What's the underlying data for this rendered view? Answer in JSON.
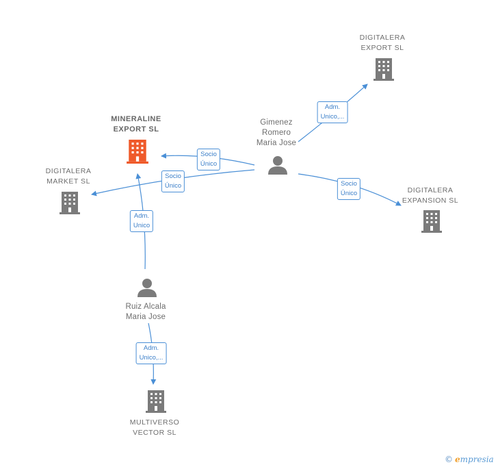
{
  "colors": {
    "edge": "#4a8fd6",
    "building": "#7b7b7b",
    "building_highlight": "#ef5a2a",
    "person": "#7b7b7b"
  },
  "nodes": {
    "digitalera_export": {
      "line1": "DIGITALERA",
      "line2": "EXPORT  SL",
      "icon": "building-icon"
    },
    "mineraline_export": {
      "line1": "MINERALINE",
      "line2": "EXPORT  SL",
      "icon": "building-icon"
    },
    "digitalera_market": {
      "line1": "DIGITALERA",
      "line2": "MARKET  SL",
      "icon": "building-icon"
    },
    "digitalera_expansion": {
      "line1": "DIGITALERA",
      "line2": "EXPANSION  SL",
      "icon": "building-icon"
    },
    "multiverso_vector": {
      "line1": "MULTIVERSO",
      "line2": "VECTOR  SL",
      "icon": "building-icon"
    },
    "gimenez": {
      "line1": "Gimenez",
      "line2": "Romero",
      "line3": "Maria Jose",
      "icon": "person-icon"
    },
    "ruiz": {
      "line1": "Ruiz Alcala",
      "line2": "Maria Jose",
      "icon": "person-icon"
    }
  },
  "edges": {
    "gimenez_export": {
      "line1": "Adm.",
      "line2": "Unico,..."
    },
    "gimenez_mineraline": {
      "line1": "Socio",
      "line2": "Único"
    },
    "gimenez_market": {
      "line1": "Socio",
      "line2": "Único"
    },
    "gimenez_expansion": {
      "line1": "Socio",
      "line2": "Único"
    },
    "ruiz_mineraline": {
      "line1": "Adm.",
      "line2": "Unico"
    },
    "ruiz_multiverso": {
      "line1": "Adm.",
      "line2": "Unico,..."
    }
  },
  "footer": {
    "copyright_symbol": "©",
    "brand_initial": "e",
    "brand_rest": "mpresia"
  }
}
